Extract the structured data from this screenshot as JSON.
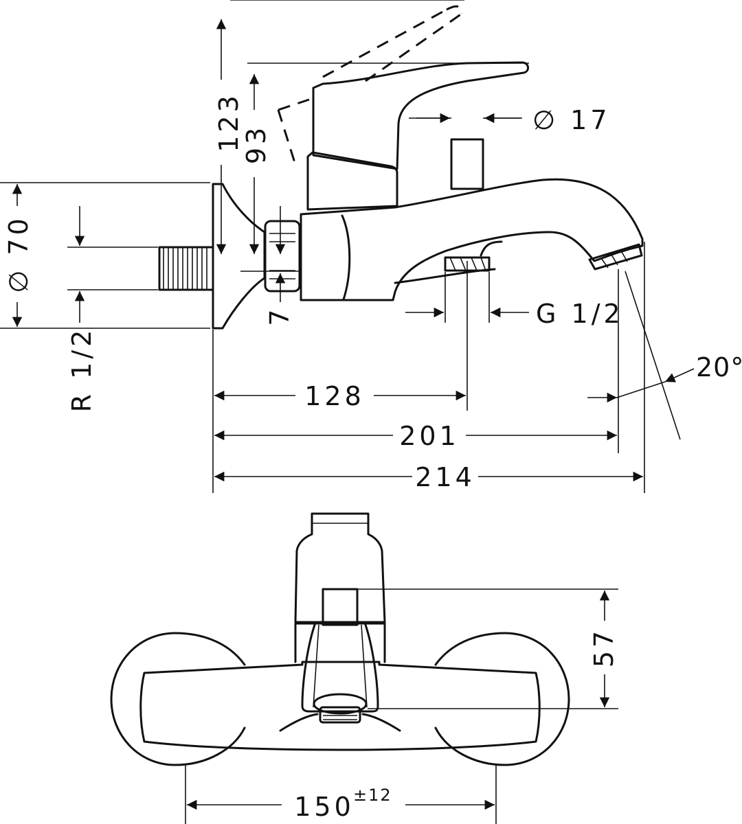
{
  "side_view": {
    "dim_height_total": "123",
    "dim_height_spout": "93",
    "dim_diverter_diameter": "∅ 17",
    "dim_rosette_diameter": "∅ 70",
    "dim_thread_inlet": "R 1/2",
    "dim_nut": "7",
    "dim_outlet_thread": "G 1/2",
    "dim_angle": "20°",
    "dim_outlet_position": "128",
    "dim_projection": "201",
    "dim_length": "214"
  },
  "front_view": {
    "dim_height": "57",
    "dim_centres": "150",
    "dim_centres_tolerance": "±12"
  }
}
